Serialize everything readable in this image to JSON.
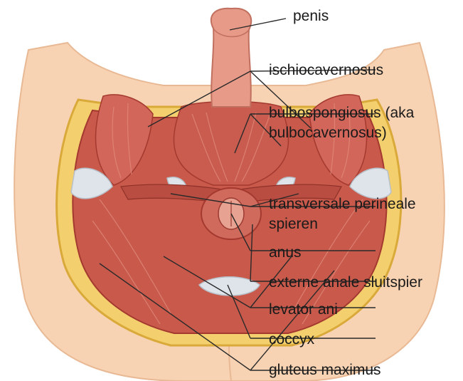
{
  "labels": {
    "penis": "penis",
    "ischiocavernosus": "ischiocavernosus",
    "bulbospongiosus_line1": "bulbospongiosus (aka",
    "bulbospongiosus_line2": "bulbocavernosus)",
    "transversale_line1": "transversale perineale",
    "transversale_line2": "spieren",
    "anus": "anus",
    "externe_anale_sluitspier": "externe anale sluitspier",
    "levator_ani": "levator ani",
    "coccyx": "coccyx",
    "gluteus_maximus": "gluteus maximus"
  },
  "colors": {
    "skin": "#f7d3b3",
    "skin_edge": "#e8b994",
    "fat": "#f4cf6e",
    "fat_edge": "#d9a93a",
    "muscle": "#c8594b",
    "muscle_dark": "#a4392f",
    "muscle_light": "#e08a7b",
    "penis": "#e79a88",
    "ligament": "#dfe4ea",
    "leader_line": "#2a2a2a"
  }
}
